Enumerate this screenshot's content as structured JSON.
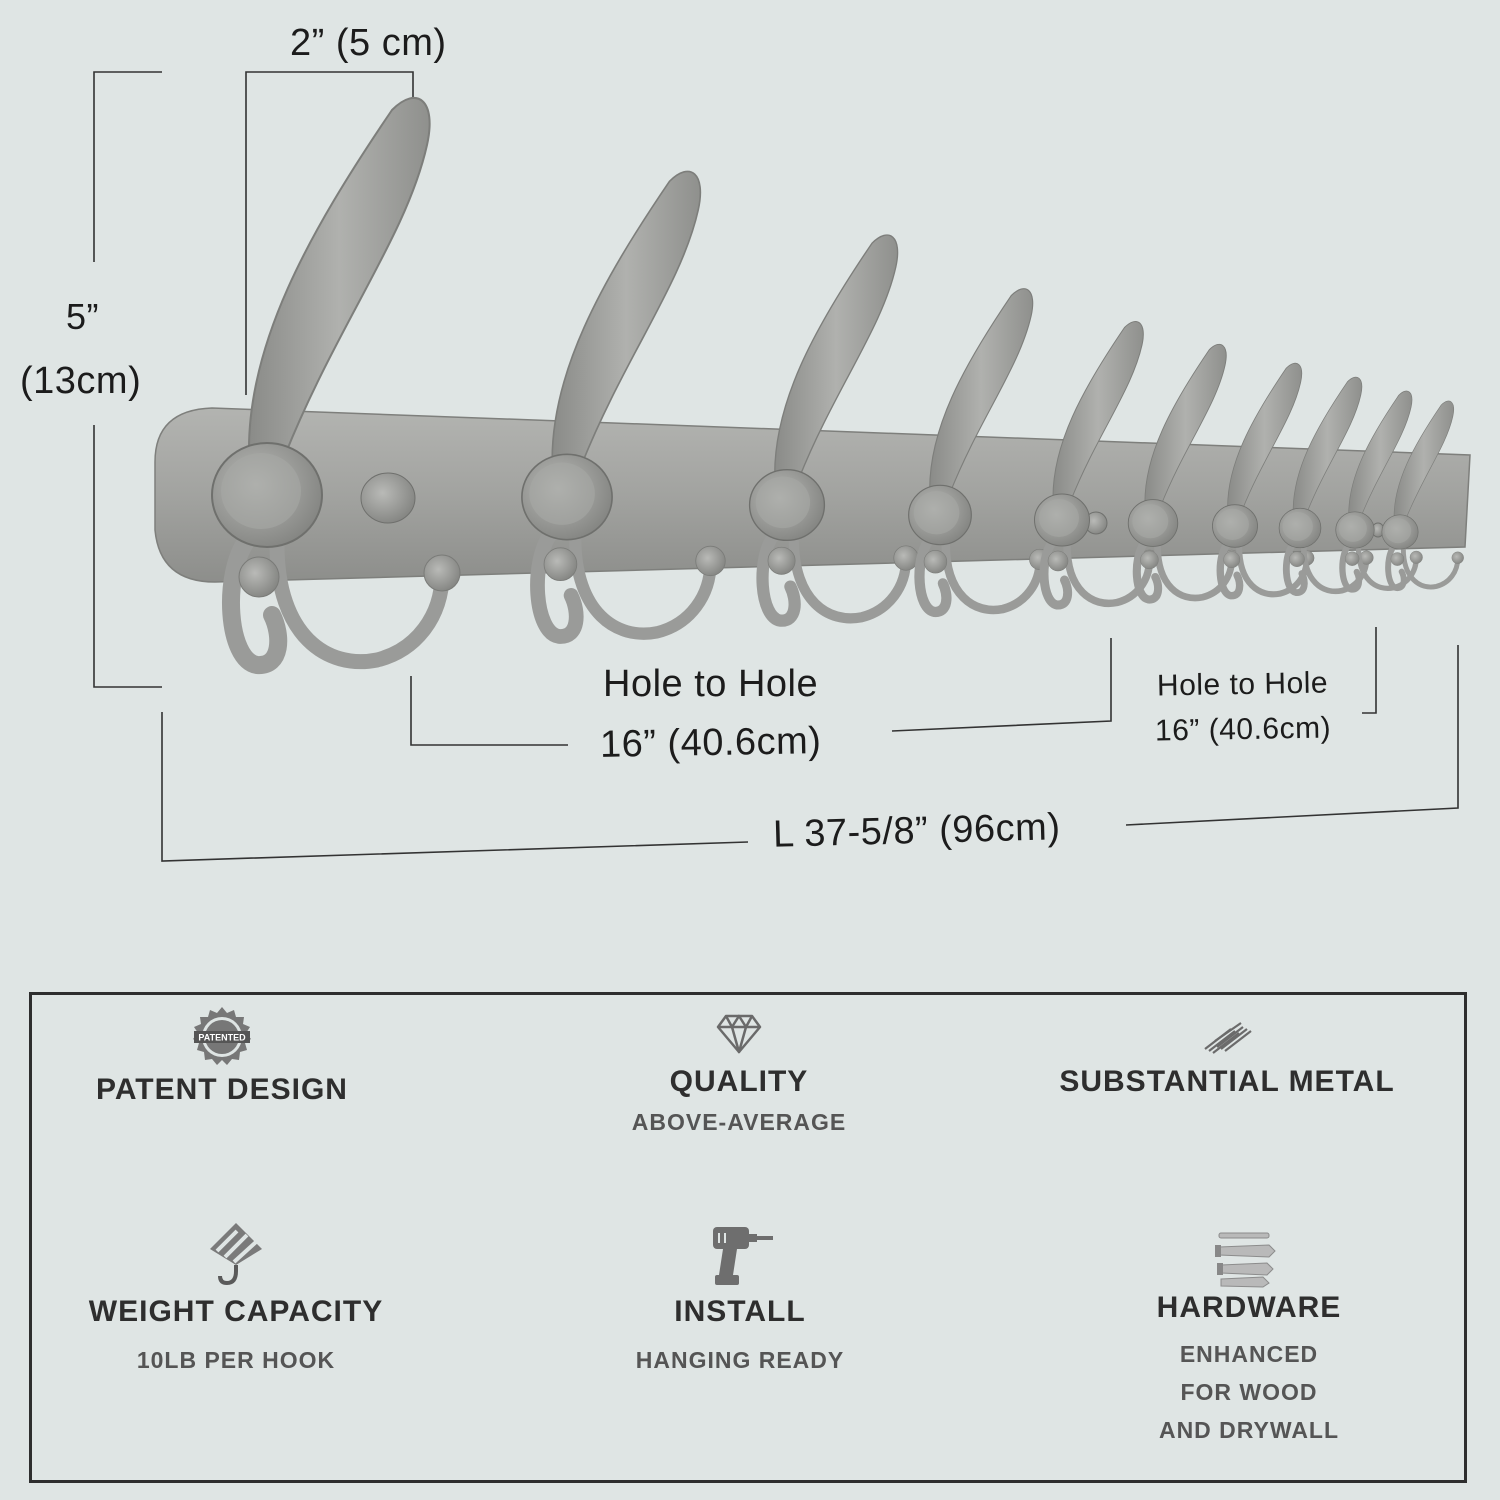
{
  "dimensions": {
    "hook_width": "2” (5 cm)",
    "height_in": "5”",
    "height_cm": "(13cm)",
    "hole_left_title": "Hole to Hole",
    "hole_left_value": "16” (40.6cm)",
    "hole_right_title": "Hole to Hole",
    "hole_right_value": "16” (40.6cm)",
    "length": "L 37-5/8” (96cm)"
  },
  "product": {
    "hook_count": 10,
    "color": "#9a9b99"
  },
  "features": [
    {
      "icon": "patented-seal-icon",
      "title": "PATENT DESIGN",
      "lines": []
    },
    {
      "icon": "diamond-icon",
      "title": "QUALITY",
      "lines": [
        "ABOVE-AVERAGE"
      ]
    },
    {
      "icon": "metal-bars-icon",
      "title": "SUBSTANTIAL METAL",
      "lines": []
    },
    {
      "icon": "crane-hook-icon",
      "title": "WEIGHT CAPACITY",
      "lines": [
        "10LB PER HOOK"
      ]
    },
    {
      "icon": "drill-icon",
      "title": "INSTALL",
      "lines": [
        "HANGING READY"
      ]
    },
    {
      "icon": "anchors-screws-icon",
      "title": "HARDWARE",
      "lines": [
        "ENHANCED",
        "FOR WOOD",
        "AND DRYWALL"
      ]
    }
  ],
  "seal_text": "PATENTED"
}
